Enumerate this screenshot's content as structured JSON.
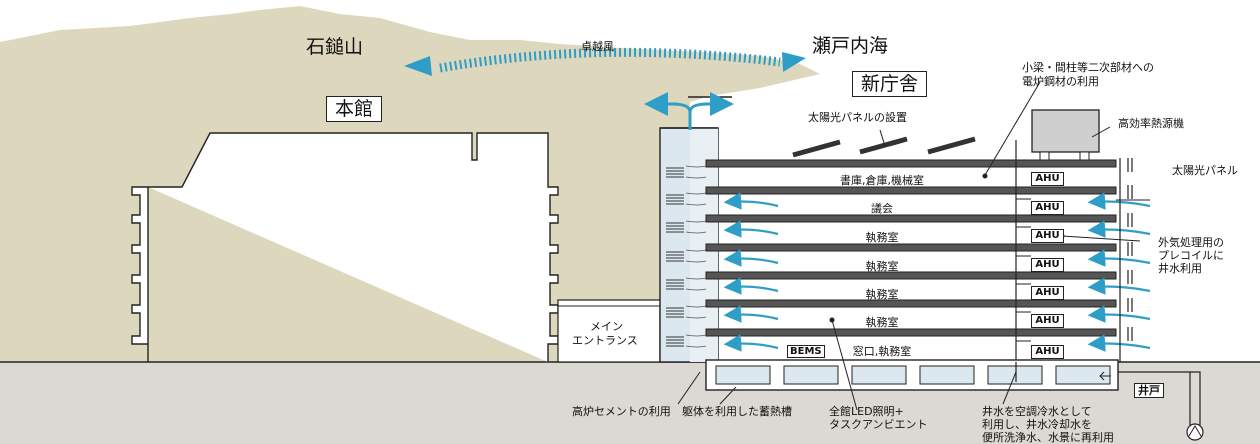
{
  "labels": {
    "mountain": "石鎚山",
    "wind": "卓越風",
    "sea": "瀬戸内海",
    "honkan": "本館",
    "shinchosha": "新庁舎",
    "solar_install": "太陽光パネルの設置",
    "steel_note_1": "小梁・間柱等二次部材への",
    "steel_note_2": "電炉鋼材の利用",
    "heat_source": "高効率熱源機",
    "solar_panel": "太陽光パネル",
    "precoil_1": "外気処理用の",
    "precoil_2": "プレコイルに",
    "precoil_3": "井水利用",
    "entrance_1": "メイン",
    "entrance_2": "エントランス",
    "bems": "BEMS",
    "well": "井戸",
    "blast_cement": "高炉セメントの利用",
    "thermal_storage": "躯体を利用した蓄熱槽",
    "led_1": "全館LED照明+",
    "led_2": "タスクアンビエント",
    "well_water_1": "井水を空調冷水として",
    "well_water_2": "利用し、井水冷却水を",
    "well_water_3": "便所洗浄水、水景に再利用"
  },
  "rooms": [
    "書庫,倉庫,機械室",
    "議会",
    "執務室",
    "執務室",
    "執務室",
    "執務室",
    "窓口,執務室"
  ],
  "ahu_label": "AHU",
  "colors": {
    "mountain": "#ddd8bd",
    "ground": "#dcd8d3",
    "glass": "#dce8ef",
    "arrow": "#2e9ec6",
    "line": "#222222"
  },
  "icons": [
    "wind-arrow-icon",
    "air-flow-arrow-icon",
    "pump-icon"
  ]
}
